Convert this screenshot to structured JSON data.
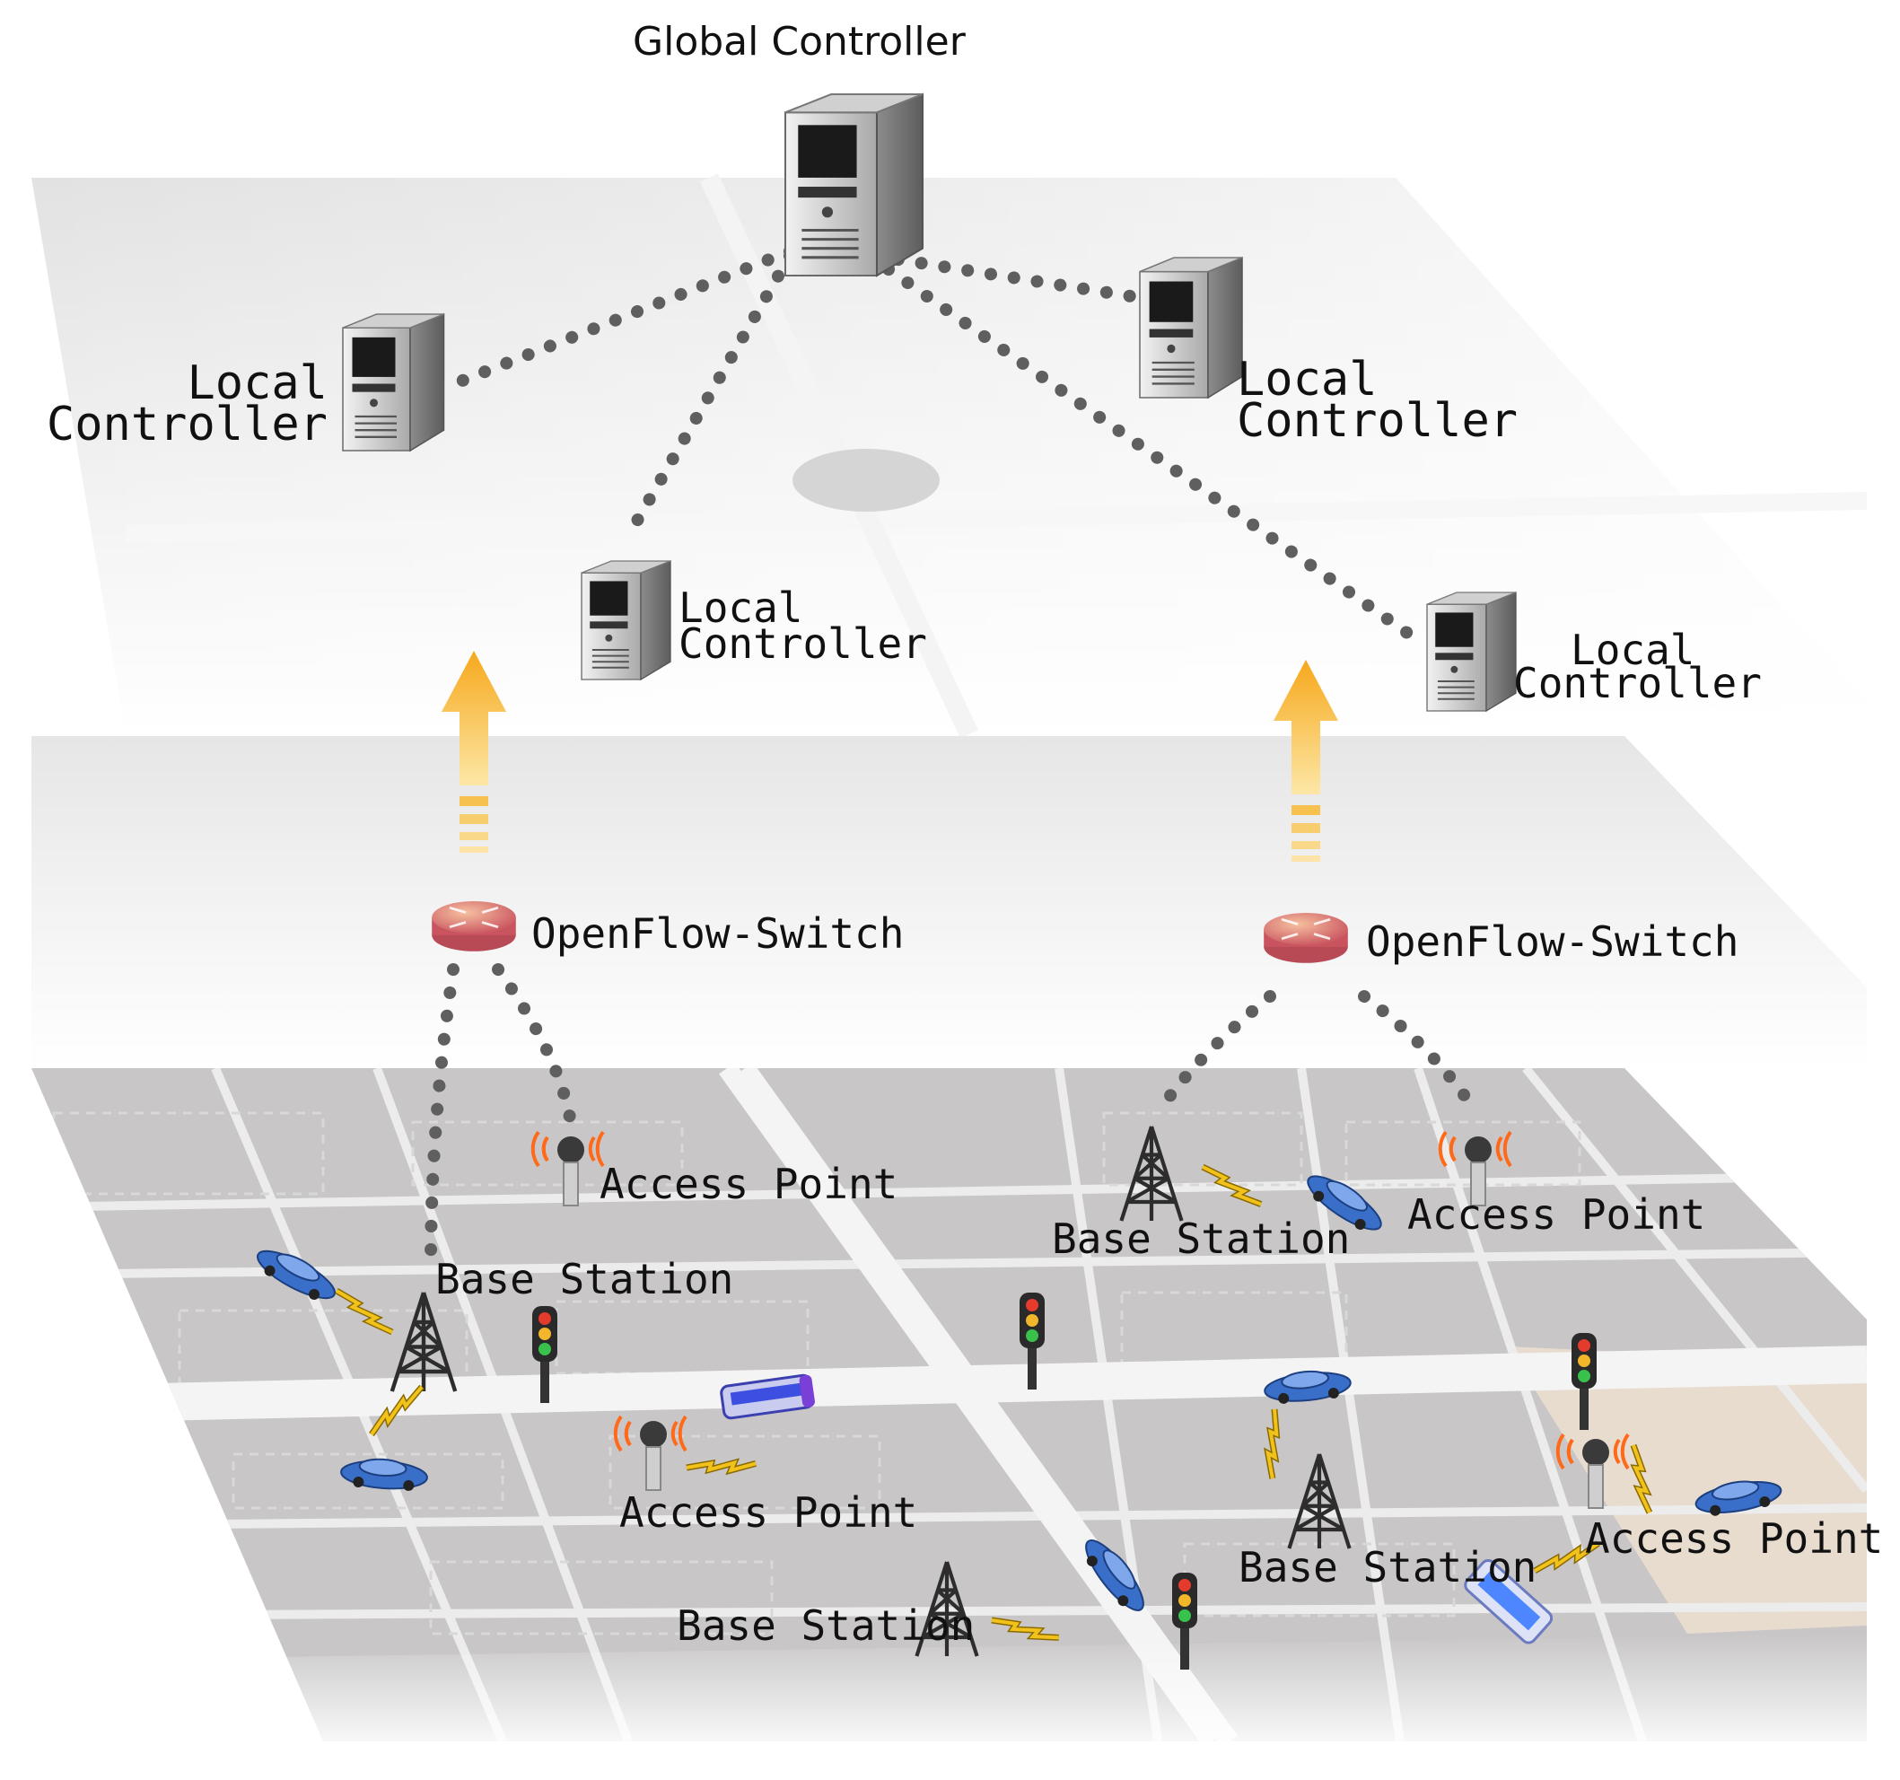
{
  "labels": {
    "global_controller": "Global Controller",
    "local_controller_line1": "Local",
    "local_controller_line2": "Controller",
    "openflow_switch": "OpenFlow-Switch",
    "base_station": "Base Station",
    "access_point": "Access Point"
  },
  "colors": {
    "controller_plane": "#e8e8e8",
    "switch_plane": "#efefef",
    "map_plane": "#c7c5c6",
    "dotted_link": "#5f5f5f",
    "arrow": "#f6b52e",
    "router": "#d86a72",
    "car": "#3a6fc9",
    "signal": "#f1c21b"
  },
  "icons": [
    "server-icon",
    "router-icon",
    "tower-icon",
    "access-point-icon",
    "car-icon",
    "bus-icon",
    "traffic-light-icon",
    "up-arrow-icon",
    "lightning-icon"
  ]
}
